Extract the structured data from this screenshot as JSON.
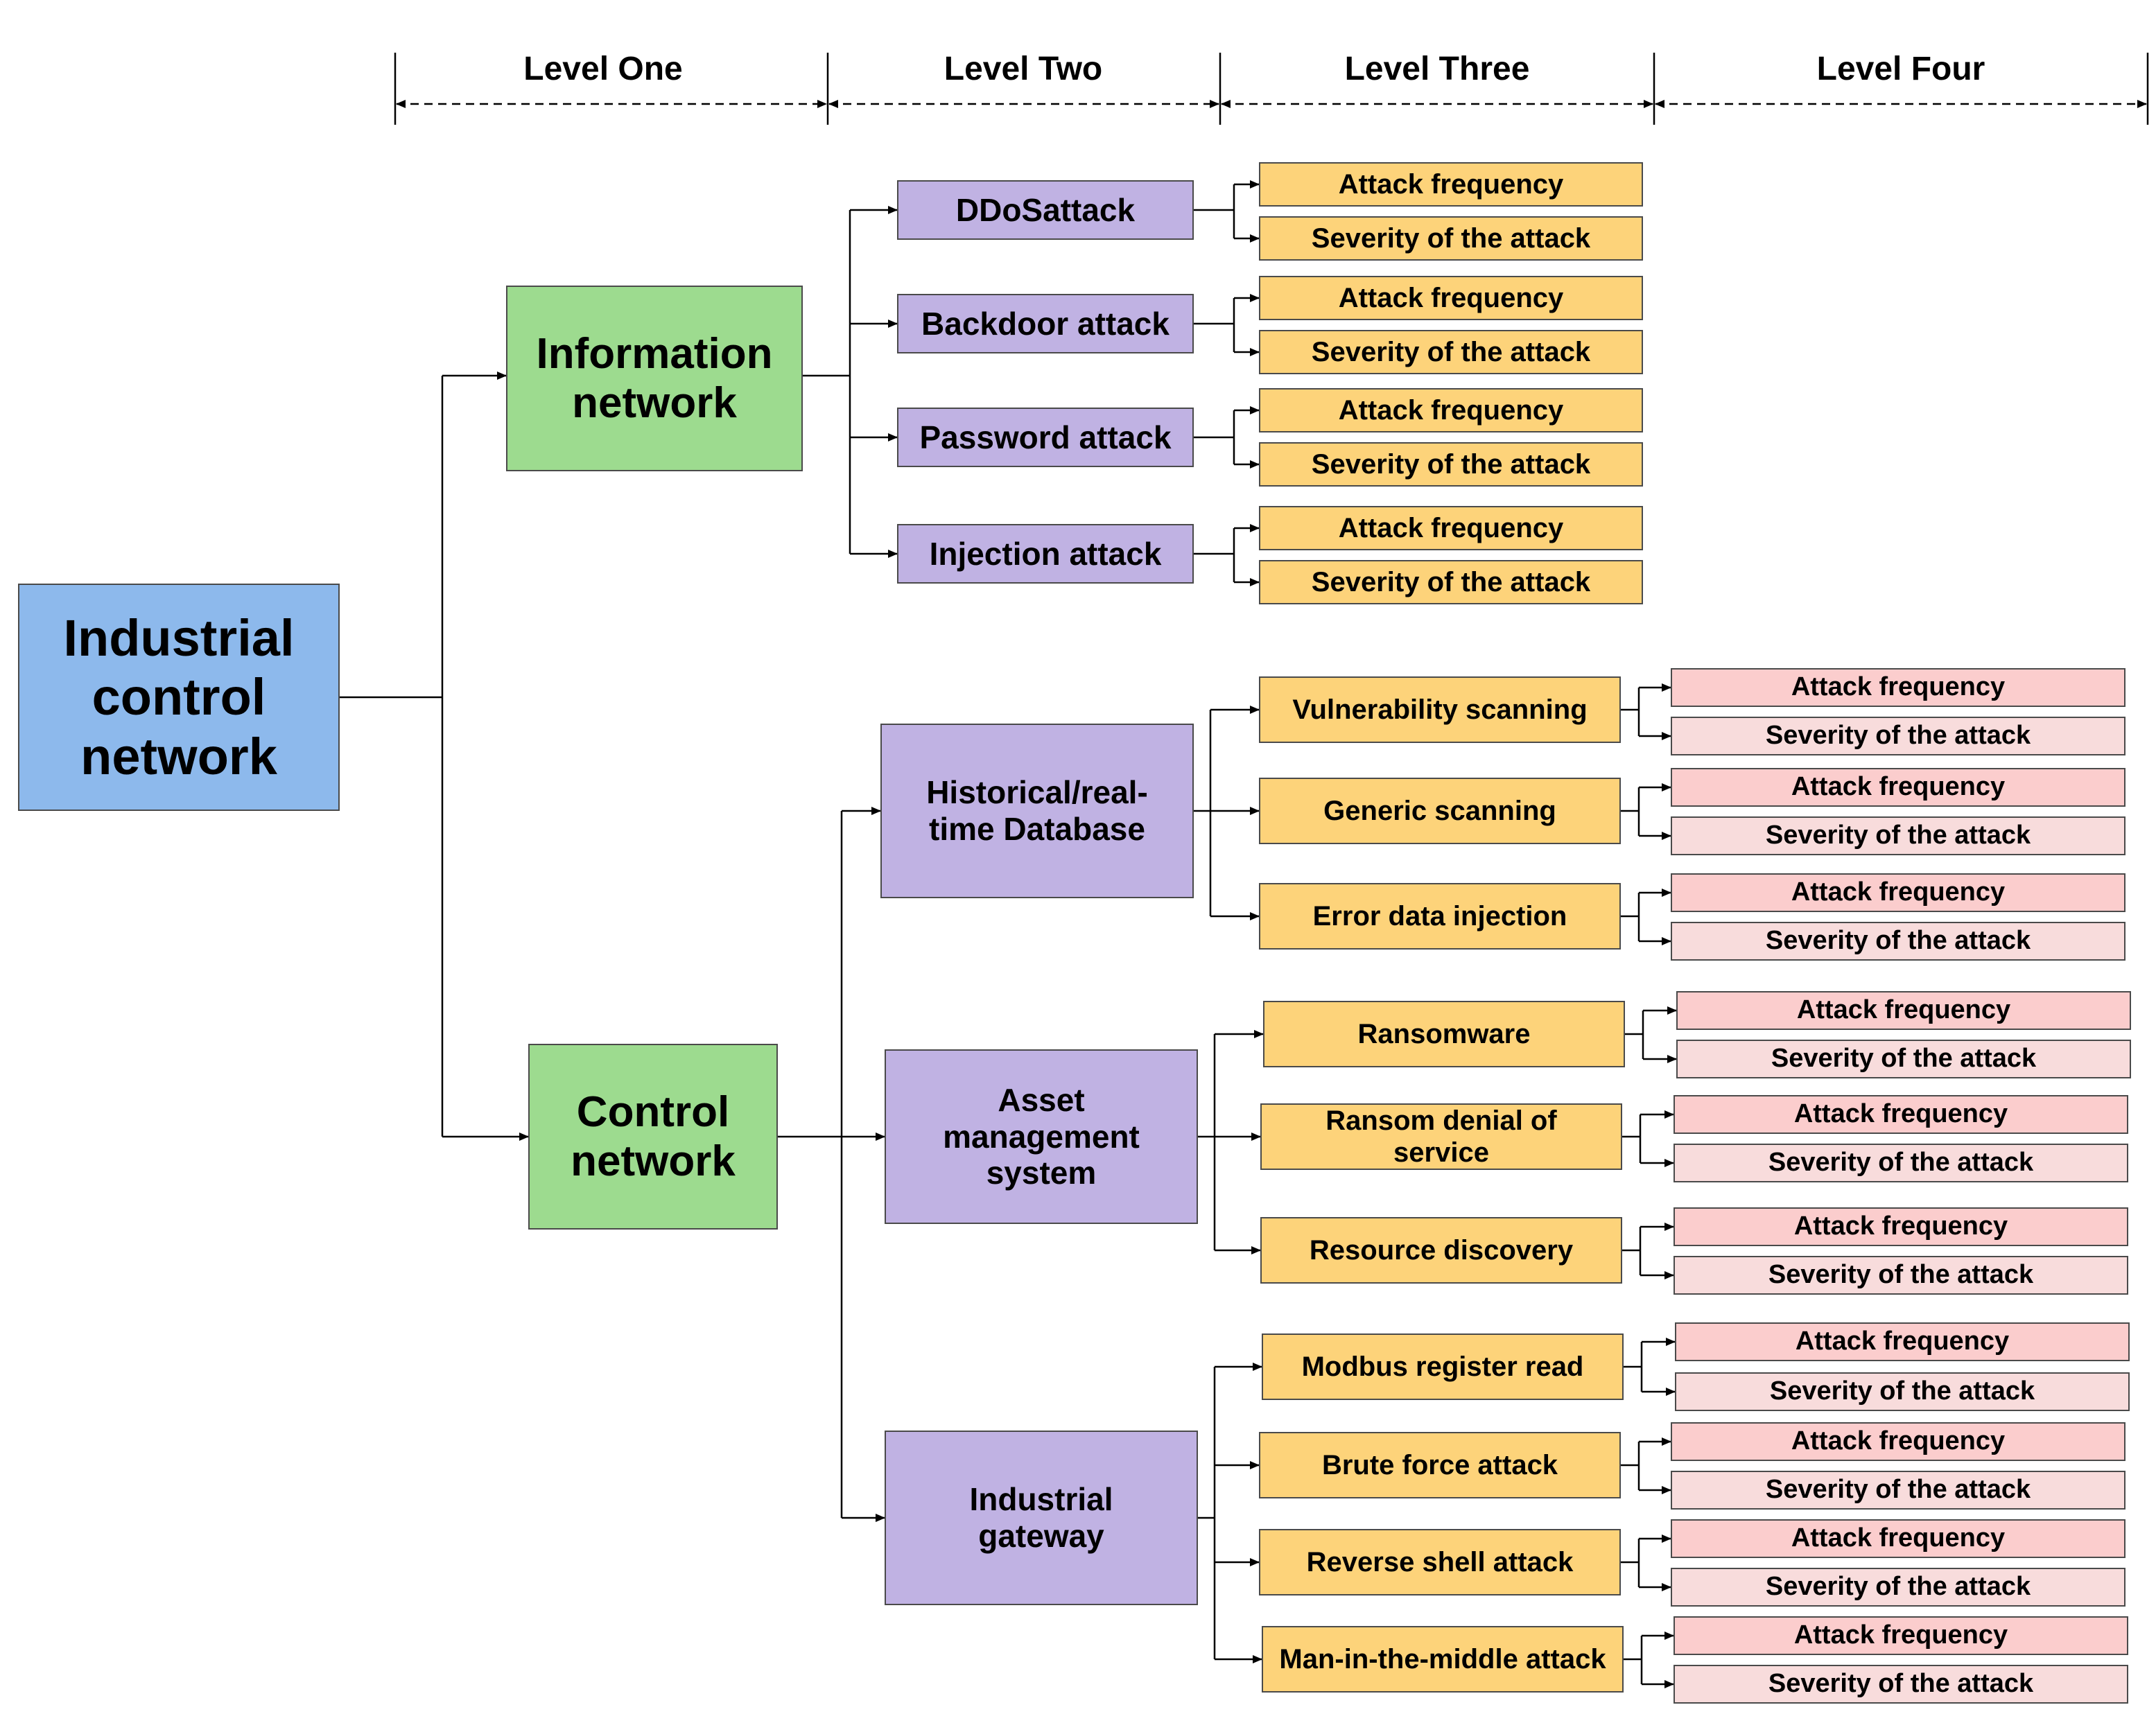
{
  "levels": [
    "Level One",
    "Level Two",
    "Level Three",
    "Level Four"
  ],
  "colors": {
    "root": "#8db9ec",
    "level_one": "#9ddb8f",
    "level_two": "#c0b2e3",
    "level_three": "#fdd37a",
    "attack_frequency_red": "#fbcdcd",
    "severity_red": "#f8dcdc",
    "line": "#000000"
  },
  "root": {
    "label": "Industrial control network"
  },
  "information_network": {
    "label": "Information network",
    "children": [
      {
        "label": "DDoSattack",
        "metrics": [
          "Attack frequency",
          "Severity of the attack"
        ]
      },
      {
        "label": "Backdoor attack",
        "metrics": [
          "Attack frequency",
          "Severity of the attack"
        ]
      },
      {
        "label": "Password attack",
        "metrics": [
          "Attack frequency",
          "Severity of the attack"
        ]
      },
      {
        "label": "Injection attack",
        "metrics": [
          "Attack frequency",
          "Severity of the attack"
        ]
      }
    ]
  },
  "control_network": {
    "label": "Control network",
    "children": [
      {
        "label": "Historical/real-time Database",
        "children": [
          {
            "label": "Vulnerability scanning",
            "metrics": [
              "Attack frequency",
              "Severity of the attack"
            ]
          },
          {
            "label": "Generic scanning",
            "metrics": [
              "Attack frequency",
              "Severity of the attack"
            ]
          },
          {
            "label": "Error data injection",
            "metrics": [
              "Attack frequency",
              "Severity of the attack"
            ]
          }
        ]
      },
      {
        "label": "Asset management system",
        "children": [
          {
            "label": "Ransomware",
            "metrics": [
              "Attack frequency",
              "Severity of the attack"
            ]
          },
          {
            "label": "Ransom denial of service",
            "metrics": [
              "Attack frequency",
              "Severity of the attack"
            ]
          },
          {
            "label": "Resource discovery",
            "metrics": [
              "Attack frequency",
              "Severity of the attack"
            ]
          }
        ]
      },
      {
        "label": "Industrial gateway",
        "children": [
          {
            "label": "Modbus register read",
            "metrics": [
              "Attack frequency",
              "Severity of the attack"
            ]
          },
          {
            "label": "Brute force attack",
            "metrics": [
              "Attack frequency",
              "Severity of the attack"
            ]
          },
          {
            "label": "Reverse shell attack",
            "metrics": [
              "Attack frequency",
              "Severity of the attack"
            ]
          },
          {
            "label": "Man-in-the-middle attack",
            "metrics": [
              "Attack frequency",
              "Severity of the attack"
            ]
          }
        ]
      }
    ]
  }
}
